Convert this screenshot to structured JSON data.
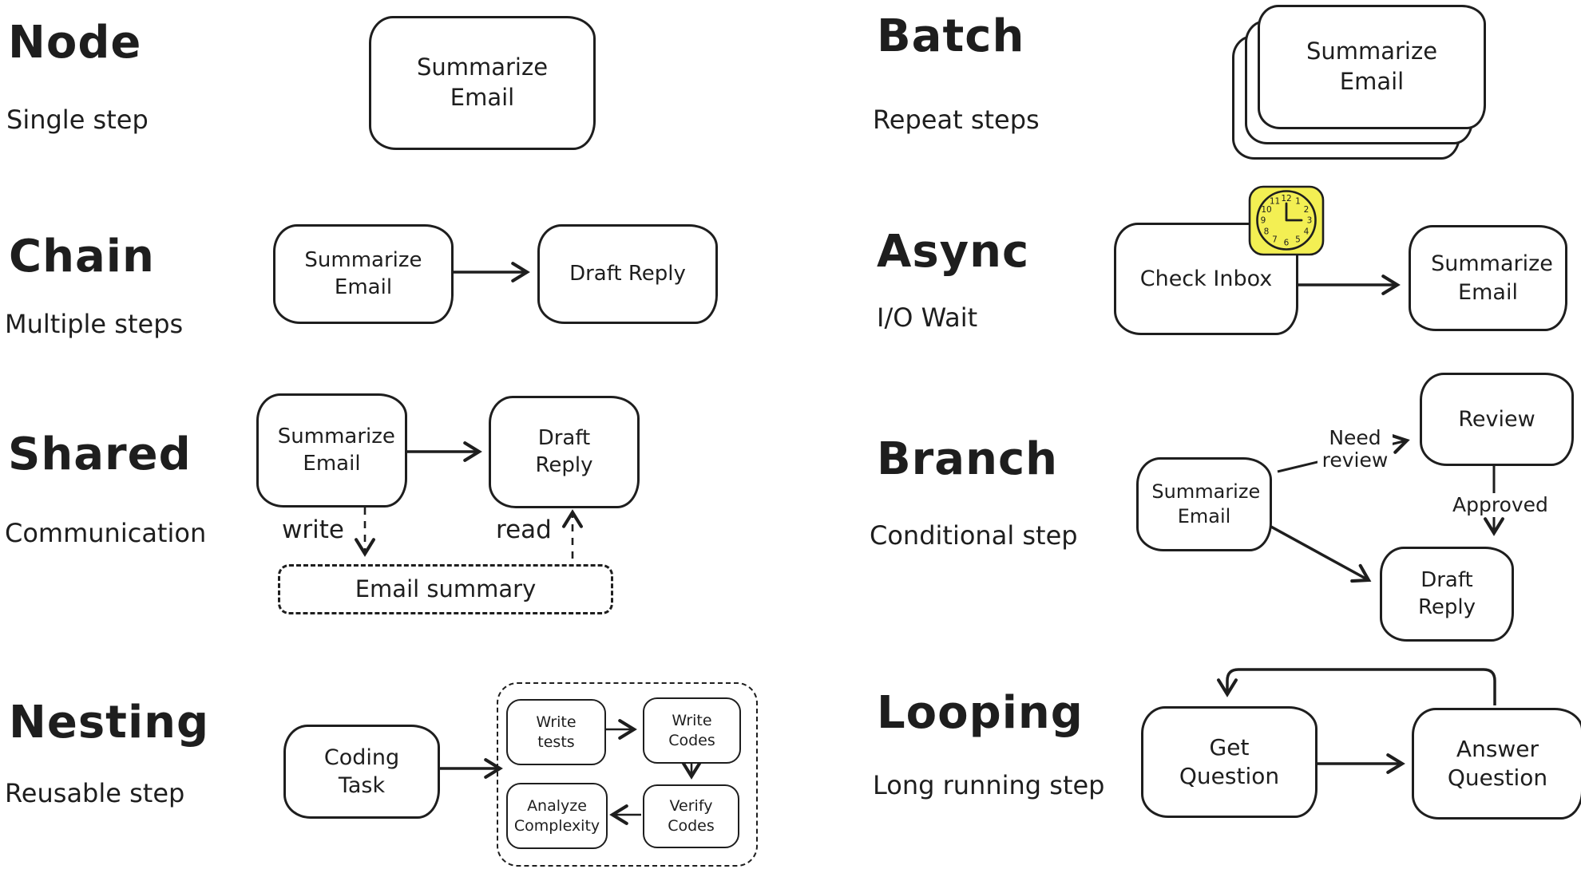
{
  "ink": "#1e1e1e",
  "background": "#ffffff",
  "sections": {
    "node": {
      "title": "Node",
      "subtitle": "Single step",
      "step": "Summarize Email"
    },
    "batch": {
      "title": "Batch",
      "subtitle": "Repeat steps",
      "step": "Summarize Email"
    },
    "chain": {
      "title": "Chain",
      "subtitle": "Multiple steps",
      "step1": "Summarize Email",
      "step2": "Draft Reply"
    },
    "async": {
      "title": "Async",
      "subtitle": "I/O Wait",
      "step1": "Check Inbox",
      "step2": "Summarize Email"
    },
    "shared": {
      "title": "Shared",
      "subtitle": "Communication",
      "step1": "Summarize Email",
      "step2": "Draft Reply",
      "write_label": "write",
      "read_label": "read",
      "store": "Email summary"
    },
    "branch": {
      "title": "Branch",
      "subtitle": "Conditional step",
      "step1": "Summarize Email",
      "review": "Review",
      "draft": "Draft Reply",
      "need_review_label": "Need review",
      "approved_label": "Approved"
    },
    "nesting": {
      "title": "Nesting",
      "subtitle": "Reusable step",
      "step1": "Coding Task",
      "inner1": "Write tests",
      "inner2": "Write Codes",
      "inner3": "Analyze Complexity",
      "inner4": "Verify Codes"
    },
    "looping": {
      "title": "Looping",
      "subtitle": "Long running step",
      "step1": "Get Question",
      "step2": "Answer Question"
    }
  },
  "clock": {
    "fill": "#f3ef53",
    "numbers": [
      "12",
      "1",
      "2",
      "3",
      "4",
      "5",
      "6",
      "7",
      "8",
      "9",
      "10",
      "11"
    ]
  }
}
